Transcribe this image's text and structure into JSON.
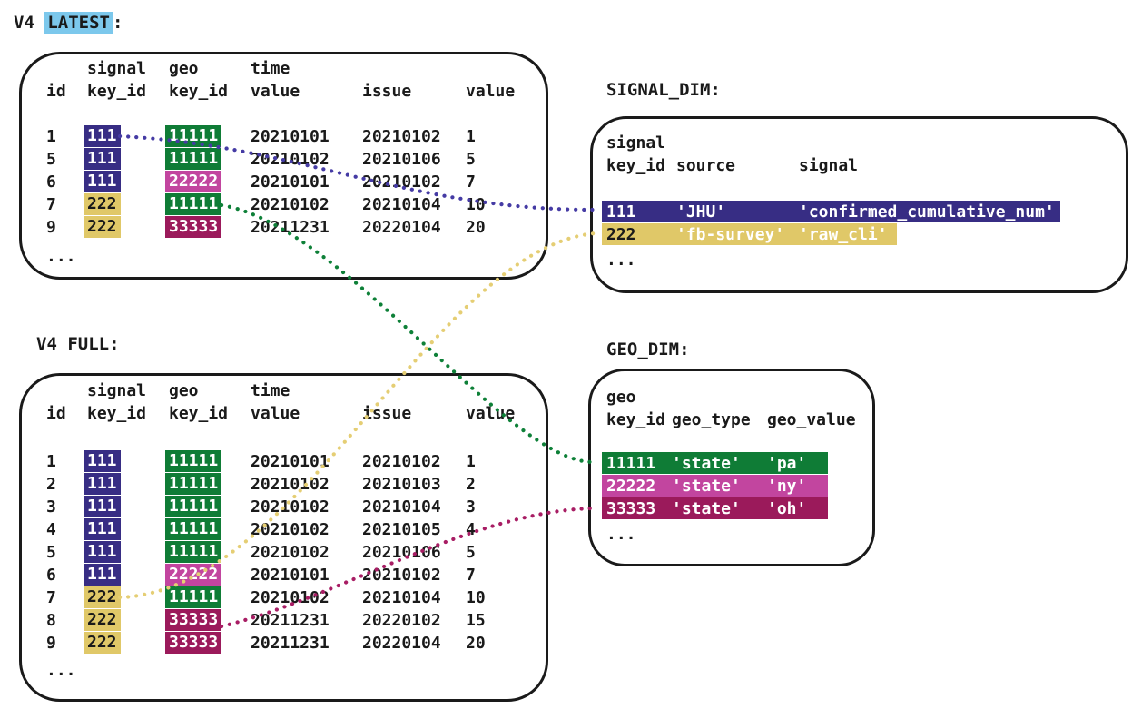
{
  "titles": {
    "v4_latest_prefix": "V4 ",
    "v4_latest_highlight": "LATEST",
    "v4_latest_suffix": ":",
    "v4_full": "V4 FULL:",
    "signal_dim": "SIGNAL_DIM:",
    "geo_dim": "GEO_DIM:"
  },
  "colors": {
    "title_highlight": "#7cc8ec",
    "indigo": "#372d84",
    "sand": "#e0c868",
    "green": "#0f7c36",
    "pink": "#c2459f",
    "wine": "#9b1a5b",
    "text_dark": "#1a1a1a",
    "text_light": "#ffffff",
    "connector_indigo": "#453ba4",
    "connector_sand": "#e5ce74",
    "connector_green": "#0e8038",
    "connector_wine": "#a81d64"
  },
  "key_styles": {
    "111": {
      "bg": "indigo",
      "fg": "light"
    },
    "222": {
      "bg": "sand",
      "fg": "dark"
    },
    "11111": {
      "bg": "green",
      "fg": "light"
    },
    "22222": {
      "bg": "pink",
      "fg": "light"
    },
    "33333": {
      "bg": "wine",
      "fg": "light"
    }
  },
  "v4_latest": {
    "headers_line1": {
      "signal": "signal",
      "geo": "geo",
      "time": "time"
    },
    "headers_line2": {
      "id": "id",
      "signal_key": "key_id",
      "geo_key": "key_id",
      "time_value": "value",
      "issue": "issue",
      "value": "value"
    },
    "rows": [
      {
        "id": "1",
        "signal_key": "111",
        "geo_key": "11111",
        "time_value": "20210101",
        "issue": "20210102",
        "value": "1"
      },
      {
        "id": "5",
        "signal_key": "111",
        "geo_key": "11111",
        "time_value": "20210102",
        "issue": "20210106",
        "value": "5"
      },
      {
        "id": "6",
        "signal_key": "111",
        "geo_key": "22222",
        "time_value": "20210101",
        "issue": "20210102",
        "value": "7"
      },
      {
        "id": "7",
        "signal_key": "222",
        "geo_key": "11111",
        "time_value": "20210102",
        "issue": "20210104",
        "value": "10"
      },
      {
        "id": "9",
        "signal_key": "222",
        "geo_key": "33333",
        "time_value": "20211231",
        "issue": "20220104",
        "value": "20"
      }
    ],
    "ellipsis": "..."
  },
  "v4_full": {
    "headers_line1": {
      "signal": "signal",
      "geo": "geo",
      "time": "time"
    },
    "headers_line2": {
      "id": "id",
      "signal_key": "key_id",
      "geo_key": "key_id",
      "time_value": "value",
      "issue": "issue",
      "value": "value"
    },
    "rows": [
      {
        "id": "1",
        "signal_key": "111",
        "geo_key": "11111",
        "time_value": "20210101",
        "issue": "20210102",
        "value": "1"
      },
      {
        "id": "2",
        "signal_key": "111",
        "geo_key": "11111",
        "time_value": "20210102",
        "issue": "20210103",
        "value": "2"
      },
      {
        "id": "3",
        "signal_key": "111",
        "geo_key": "11111",
        "time_value": "20210102",
        "issue": "20210104",
        "value": "3"
      },
      {
        "id": "4",
        "signal_key": "111",
        "geo_key": "11111",
        "time_value": "20210102",
        "issue": "20210105",
        "value": "4"
      },
      {
        "id": "5",
        "signal_key": "111",
        "geo_key": "11111",
        "time_value": "20210102",
        "issue": "20210106",
        "value": "5"
      },
      {
        "id": "6",
        "signal_key": "111",
        "geo_key": "22222",
        "time_value": "20210101",
        "issue": "20210102",
        "value": "7"
      },
      {
        "id": "7",
        "signal_key": "222",
        "geo_key": "11111",
        "time_value": "20210102",
        "issue": "20210104",
        "value": "10"
      },
      {
        "id": "8",
        "signal_key": "222",
        "geo_key": "33333",
        "time_value": "20211231",
        "issue": "20220102",
        "value": "15"
      },
      {
        "id": "9",
        "signal_key": "222",
        "geo_key": "33333",
        "time_value": "20211231",
        "issue": "20220104",
        "value": "20"
      }
    ],
    "ellipsis": "..."
  },
  "signal_dim": {
    "headers_line1": {
      "signal": "signal"
    },
    "headers_line2": {
      "key_id": "key_id",
      "source": "source",
      "signal": "signal"
    },
    "rows": [
      {
        "key_id": "111",
        "source": "'JHU'",
        "signal": "'confirmed_cumulative_num'",
        "highlight": "indigo",
        "key_fg": "light",
        "text_fg": "light"
      },
      {
        "key_id": "222",
        "source": "'fb-survey'",
        "signal": "'raw_cli'",
        "highlight": "sand",
        "key_fg": "dark",
        "text_fg": "light"
      }
    ],
    "ellipsis": "..."
  },
  "geo_dim": {
    "headers_line1": {
      "geo": "geo"
    },
    "headers_line2": {
      "key_id": "key_id",
      "geo_type": "geo_type",
      "geo_value": "geo_value"
    },
    "rows": [
      {
        "key_id": "11111",
        "geo_type": "'state'",
        "geo_value": "'pa'",
        "highlight": "green",
        "key_fg": "light",
        "text_fg": "light"
      },
      {
        "key_id": "22222",
        "geo_type": "'state'",
        "geo_value": "'ny'",
        "highlight": "pink",
        "key_fg": "light",
        "text_fg": "light"
      },
      {
        "key_id": "33333",
        "geo_type": "'state'",
        "geo_value": "'oh'",
        "highlight": "wine",
        "key_fg": "light",
        "text_fg": "light"
      }
    ],
    "ellipsis": "..."
  },
  "connectors": [
    {
      "path_id": "conn-signal-111",
      "label": "v4_latest signal key 111 to signal_dim row 111",
      "color": "connector_indigo"
    },
    {
      "path_id": "conn-geo-11111",
      "label": "v4_latest geo key 11111 to geo_dim row 11111",
      "color": "connector_green"
    },
    {
      "path_id": "conn-signal-222",
      "label": "v4_full signal key 222 to signal_dim row 222",
      "color": "connector_sand"
    },
    {
      "path_id": "conn-geo-33333",
      "label": "v4_full geo key 33333 to geo_dim row 33333",
      "color": "connector_wine"
    }
  ]
}
